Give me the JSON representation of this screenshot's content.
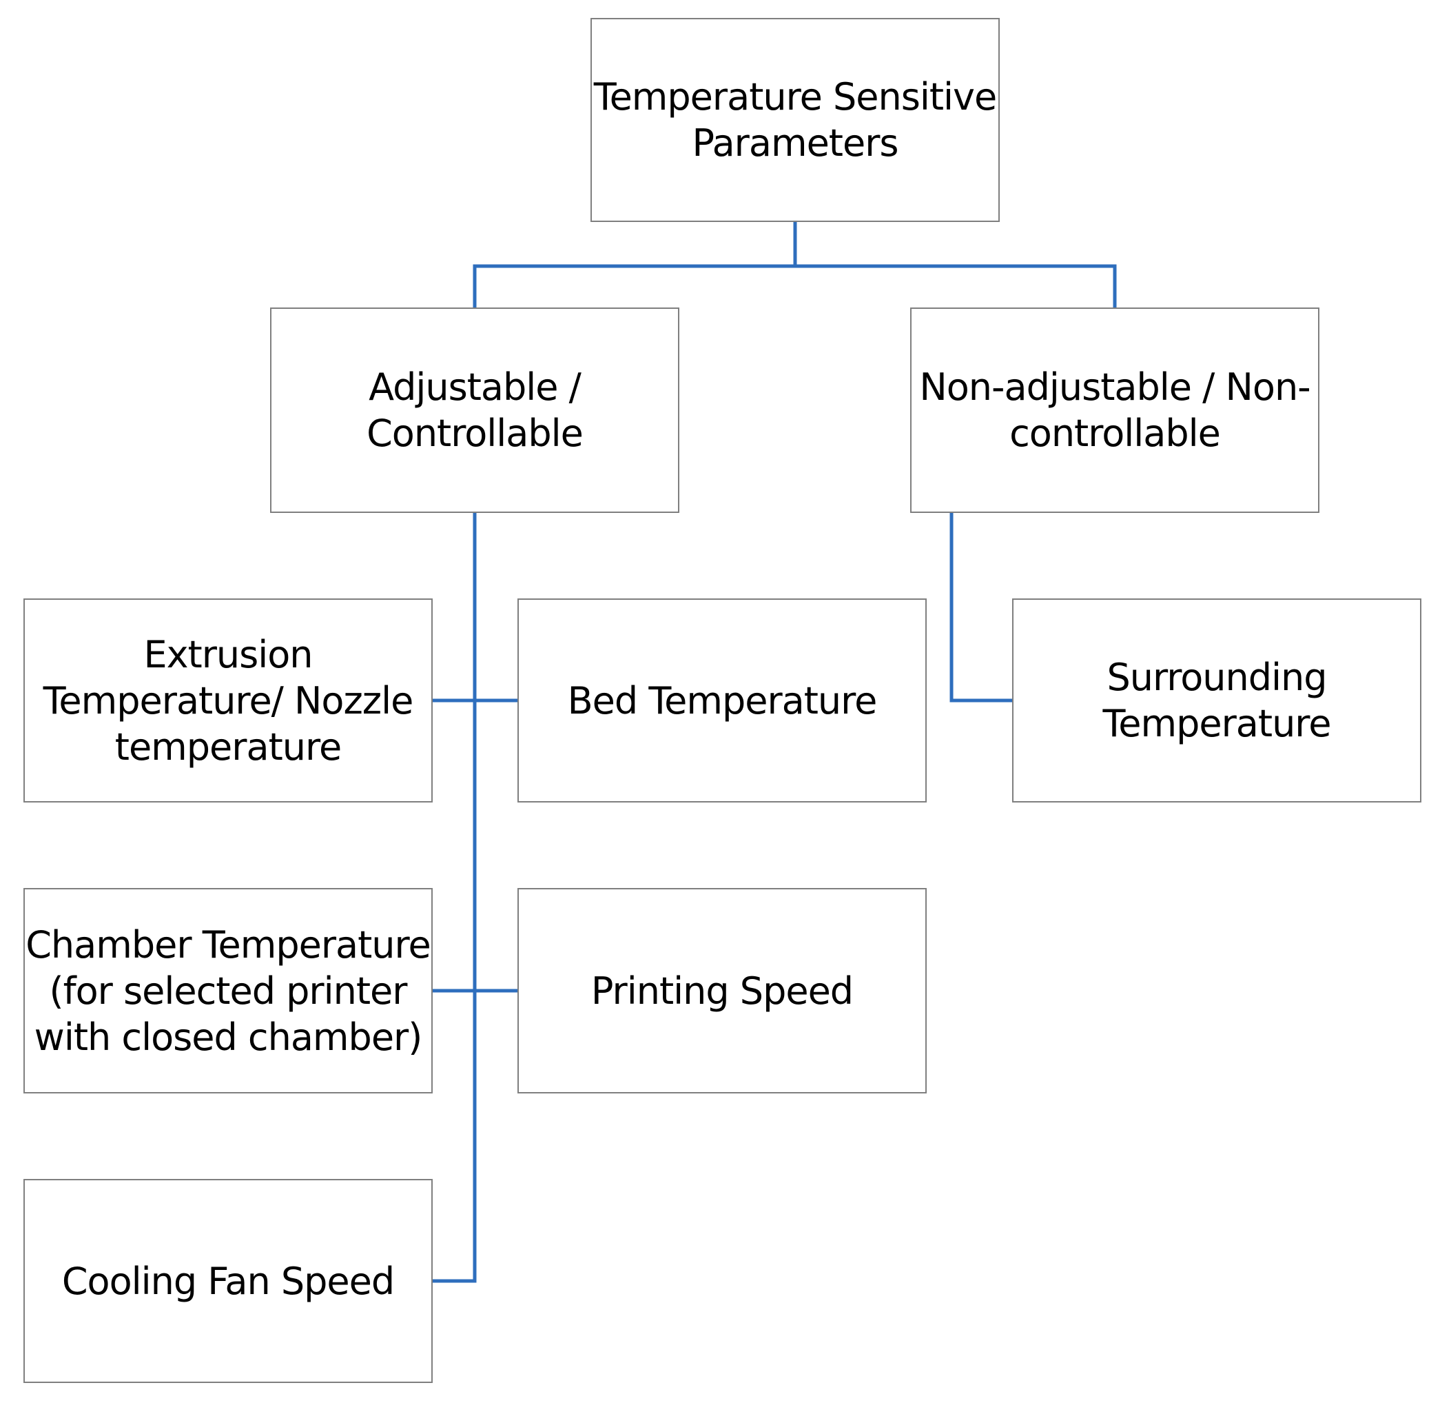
{
  "diagram": {
    "line_color": "#2e6ebd",
    "box_border_color": "#7f7f7f",
    "nodes": {
      "root": {
        "label": "Temperature Sensitive\nParameters"
      },
      "adjustable": {
        "label": "Adjustable /\nControllable"
      },
      "non_adjustable": {
        "label": "Non-adjustable / Non-\ncontrollable"
      },
      "extrusion": {
        "label": "Extrusion\nTemperature/ Nozzle\ntemperature"
      },
      "bed": {
        "label": "Bed Temperature"
      },
      "surrounding": {
        "label": "Surrounding\nTemperature"
      },
      "chamber": {
        "label": "Chamber Temperature\n(for selected printer\nwith closed chamber)"
      },
      "printing_speed": {
        "label": "Printing Speed"
      },
      "cooling_fan": {
        "label": "Cooling Fan Speed"
      }
    },
    "edges": [
      {
        "from": "root",
        "to": "adjustable"
      },
      {
        "from": "root",
        "to": "non_adjustable"
      },
      {
        "from": "adjustable",
        "to": "extrusion"
      },
      {
        "from": "adjustable",
        "to": "bed"
      },
      {
        "from": "adjustable",
        "to": "chamber"
      },
      {
        "from": "adjustable",
        "to": "printing_speed"
      },
      {
        "from": "adjustable",
        "to": "cooling_fan"
      },
      {
        "from": "non_adjustable",
        "to": "surrounding"
      }
    ]
  }
}
